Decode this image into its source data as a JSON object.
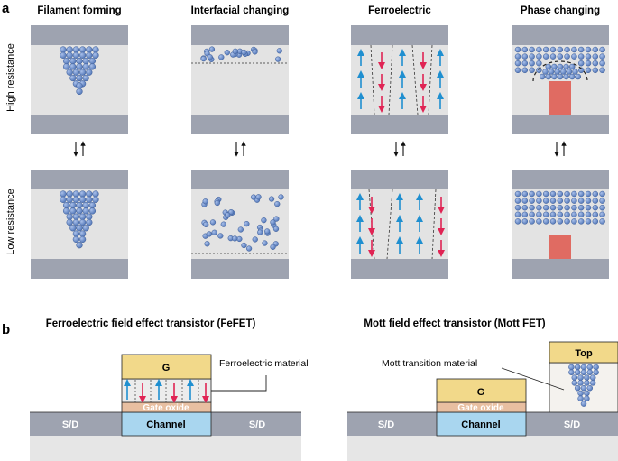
{
  "panel_a": {
    "letter": "a",
    "columns": [
      "Filament forming",
      "Interfacial changing",
      "Ferroelectric",
      "Phase changing"
    ],
    "row_labels": {
      "high": "High resistance",
      "low": "Low resistance"
    }
  },
  "panel_b": {
    "letter": "b",
    "fefet": {
      "title": "Ferroelectric field effect transistor (FeFET)",
      "gate": "G",
      "gate_oxide": "Gate oxide",
      "channel": "Channel",
      "sd_left": "S/D",
      "sd_right": "S/D",
      "material_label": "Ferroelectric material"
    },
    "mott": {
      "title": "Mott field effect transistor (Mott FET)",
      "gate": "G",
      "gate_oxide": "Gate oxide",
      "channel": "Channel",
      "sd_left": "S/D",
      "sd_right": "S/D",
      "top": "Top",
      "material_label": "Mott transition material"
    }
  },
  "colors": {
    "electrode": "#9ea3b0",
    "electrode_dark": "#8e93a0",
    "layer": "#e3e3e3",
    "atom": "#6e8fc9",
    "atom_stroke": "#3f5f99",
    "arrow_up": "#1f8fd0",
    "arrow_down": "#e02454",
    "red_block": "#e06b62",
    "gate_yellow": "#f2d98a",
    "gate_oxide": "#e8bfa1",
    "channel": "#a9d6ef"
  }
}
